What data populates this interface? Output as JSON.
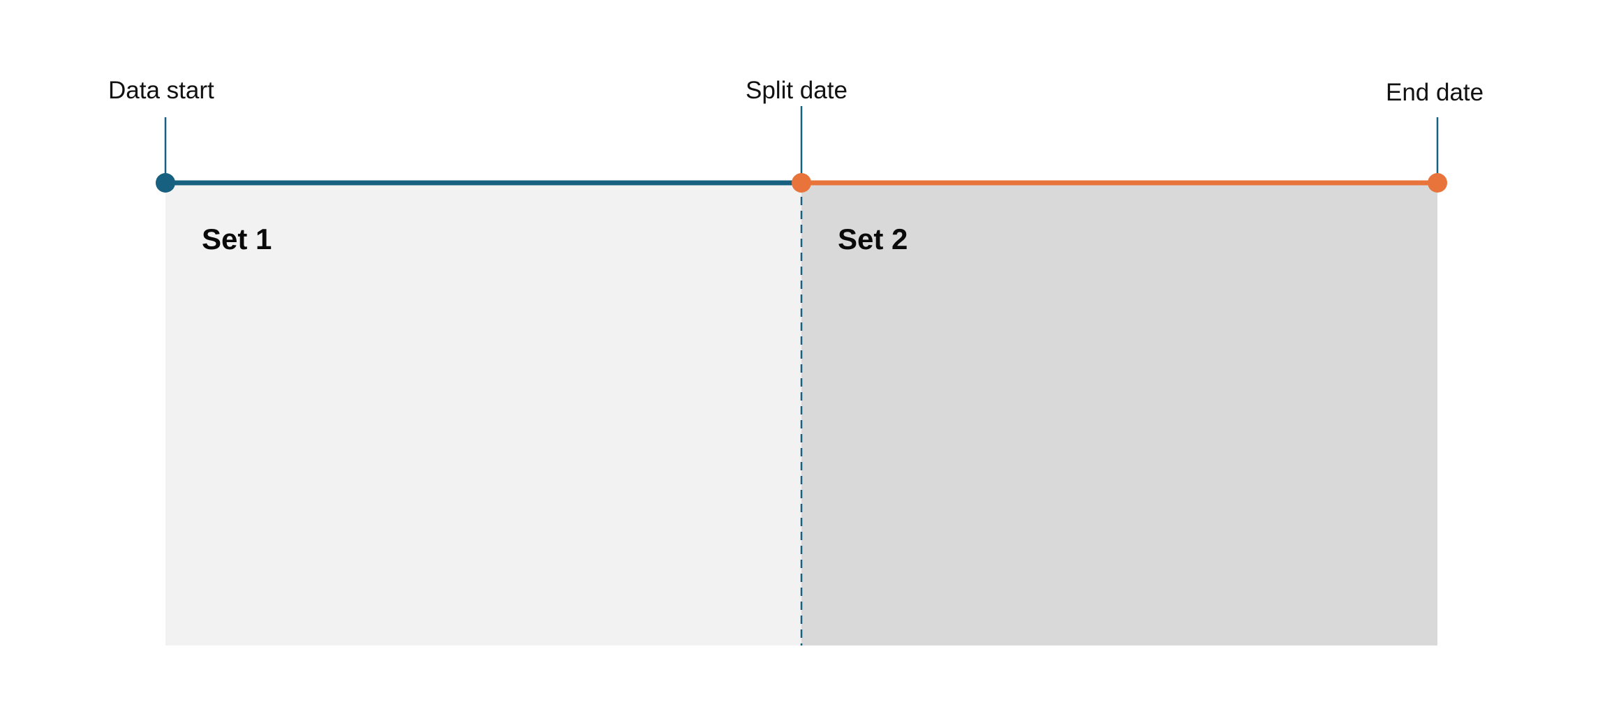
{
  "markers": {
    "start": {
      "label": "Data start"
    },
    "split": {
      "label": "Split date"
    },
    "end": {
      "label": "End date"
    }
  },
  "sets": {
    "set1": {
      "label": "Set 1"
    },
    "set2": {
      "label": "Set 2"
    }
  },
  "colors": {
    "set1_line": "#17607f",
    "set2_line": "#e8743b",
    "set1_fill": "#f2f2f2",
    "set2_fill": "#d9d9d9",
    "label_text": "#111111"
  }
}
